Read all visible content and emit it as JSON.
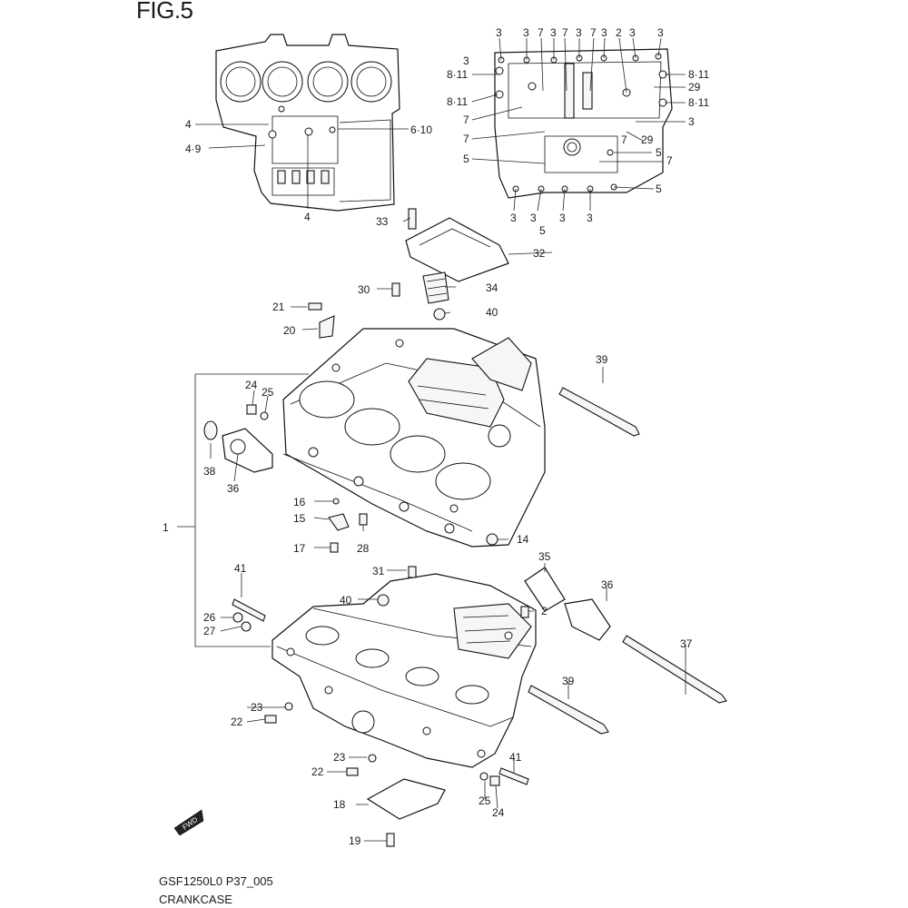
{
  "figure": {
    "title": "FIG.5",
    "footer_code": "GSF1250L0 P37_005",
    "footer_name": "CRANKCASE",
    "fwd_label": "FWD"
  },
  "callouts": {
    "c1": "1",
    "c2": "2",
    "c14": "14",
    "c15": "15",
    "c16": "16",
    "c17": "17",
    "c18": "18",
    "c19": "19",
    "c20": "20",
    "c21": "21",
    "c22a": "22",
    "c22b": "22",
    "c23a": "23",
    "c23b": "23",
    "c24a": "24",
    "c24b": "24",
    "c25a": "25",
    "c25b": "25",
    "c26": "26",
    "c27": "27",
    "c28": "28",
    "c30": "30",
    "c31": "31",
    "c32": "32",
    "c33": "33",
    "c34": "34",
    "c35": "35",
    "c36a": "36",
    "c36b": "36",
    "c37": "37",
    "c38": "38",
    "c39a": "39",
    "c39b": "39",
    "c40a": "40",
    "c40b": "40",
    "c41a": "41",
    "c41b": "41",
    "ul4a": "4",
    "ul49": "4·9",
    "ul610": "6·10",
    "ul4b": "4",
    "ur3t1": "3",
    "ur3t2": "3",
    "ur7t1": "7",
    "ur3t3": "3",
    "ur7t2": "7",
    "ur3t4": "3",
    "ur7t3": "7",
    "ur3t5": "3",
    "ur2t": "2",
    "ur3t6": "3",
    "ur3t7": "3",
    "ur3l1": "3",
    "ur811l1": "8·11",
    "ur811l2": "8·11",
    "ur7l1": "7",
    "ur7l2": "7",
    "ur5l1": "5",
    "ur811r1": "8·11",
    "ur29r1": "29",
    "ur811r2": "8·11",
    "ur3r1": "3",
    "ur7r1": "7",
    "ur29r2": "29",
    "ur5r1": "5",
    "ur7r2": "7",
    "ur5r2": "5",
    "ur3b1": "3",
    "ur3b2": "3",
    "ur5b": "5",
    "ur3b3": "3",
    "ur3b4": "3"
  }
}
